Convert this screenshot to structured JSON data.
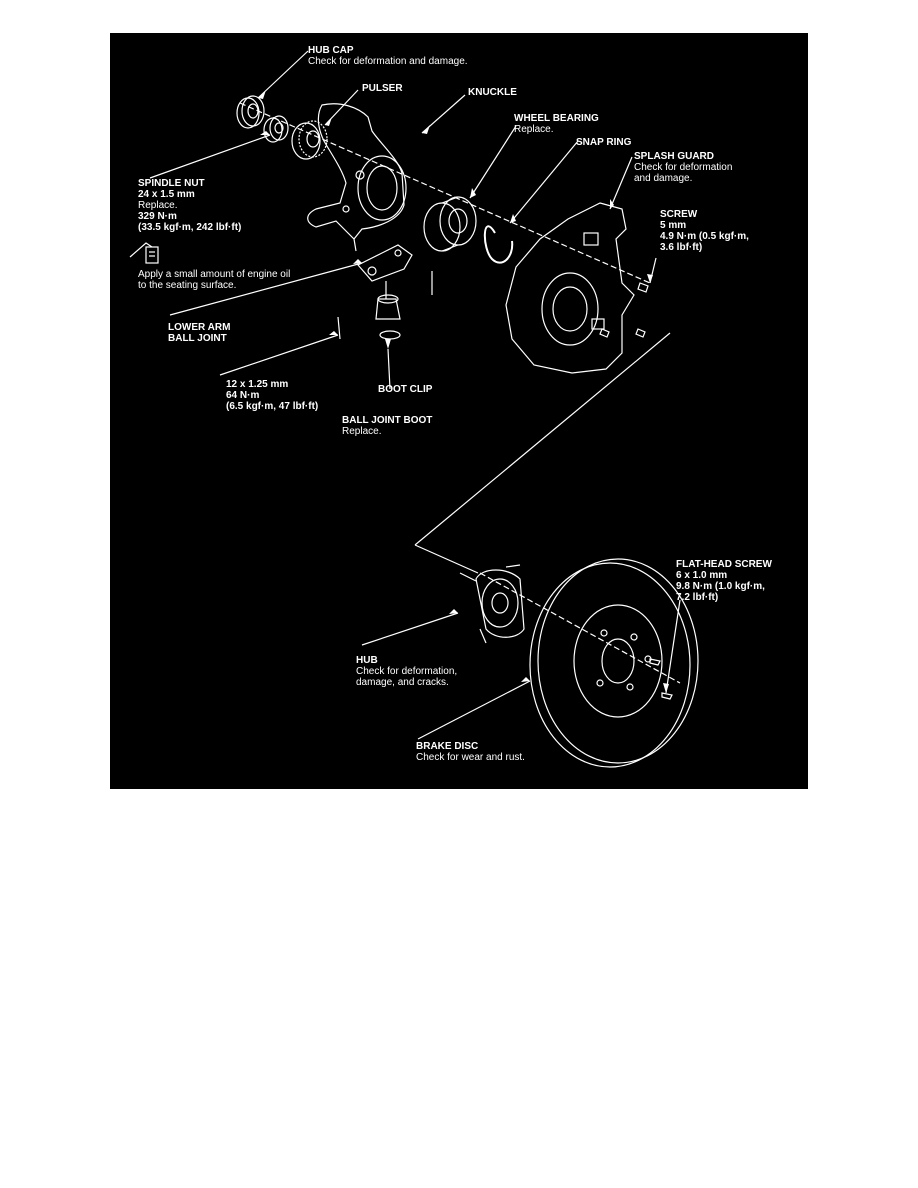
{
  "diagram": {
    "colors": {
      "background": "#000000",
      "ink": "#ffffff"
    },
    "callouts": {
      "hub_cap": {
        "title": "HUB CAP",
        "lines": [
          "Check for deformation and damage."
        ]
      },
      "pulser": {
        "title": "PULSER",
        "lines": []
      },
      "knuckle": {
        "title": "KNUCKLE",
        "lines": []
      },
      "wheel_bearing": {
        "title": "WHEEL BEARING",
        "lines": [
          "Replace."
        ]
      },
      "snap_ring": {
        "title": "SNAP RING",
        "lines": []
      },
      "splash_guard": {
        "title": "SPLASH GUARD",
        "lines": [
          "Check for deformation",
          "and damage."
        ]
      },
      "spindle_nut": {
        "title": "SPINDLE NUT",
        "lines": [
          "24 x 1.5 mm",
          "Replace.",
          "329 N·m",
          "(33.5 kgf·m, 242 lbf·ft)"
        ]
      },
      "screw": {
        "title": "SCREW",
        "lines": [
          "5 mm",
          "4.9 N·m (0.5 kgf·m,",
          "3.6 lbf·ft)"
        ]
      },
      "engine_oil": {
        "title": "",
        "lines": [
          "Apply a small amount of engine oil",
          "to the seating surface."
        ]
      },
      "lower_arm_ball_joint": {
        "title": "LOWER ARM",
        "lines": [
          "BALL JOINT"
        ]
      },
      "bolt_torque": {
        "title": "",
        "lines": [
          "12 x 1.25 mm",
          "64 N·m",
          "(6.5 kgf·m, 47 lbf·ft)"
        ]
      },
      "boot_clip": {
        "title": "BOOT CLIP",
        "lines": []
      },
      "ball_joint_boot": {
        "title": "BALL JOINT BOOT",
        "lines": [
          "Replace."
        ]
      },
      "flat_head_screw": {
        "title": "FLAT-HEAD SCREW",
        "lines": [
          "6 x 1.0 mm",
          "9.8 N·m (1.0 kgf·m,",
          "7.2 lbf·ft)"
        ]
      },
      "hub": {
        "title": "HUB",
        "lines": [
          "Check for deformation,",
          "damage, and cracks."
        ]
      },
      "brake_disc": {
        "title": "BRAKE DISC",
        "lines": [
          "Check for wear and rust."
        ]
      }
    }
  }
}
